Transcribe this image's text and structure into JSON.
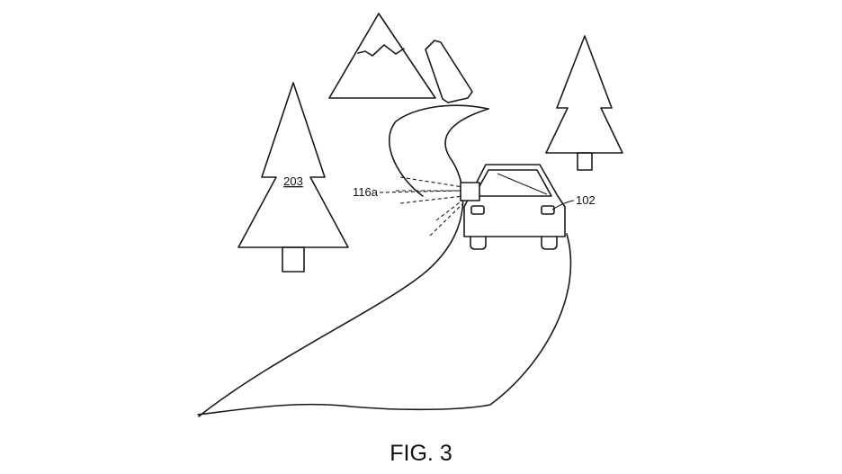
{
  "figure": {
    "caption": "FIG. 3",
    "labels": {
      "tree": "203",
      "sensor": "116a",
      "vehicle": "102"
    }
  }
}
